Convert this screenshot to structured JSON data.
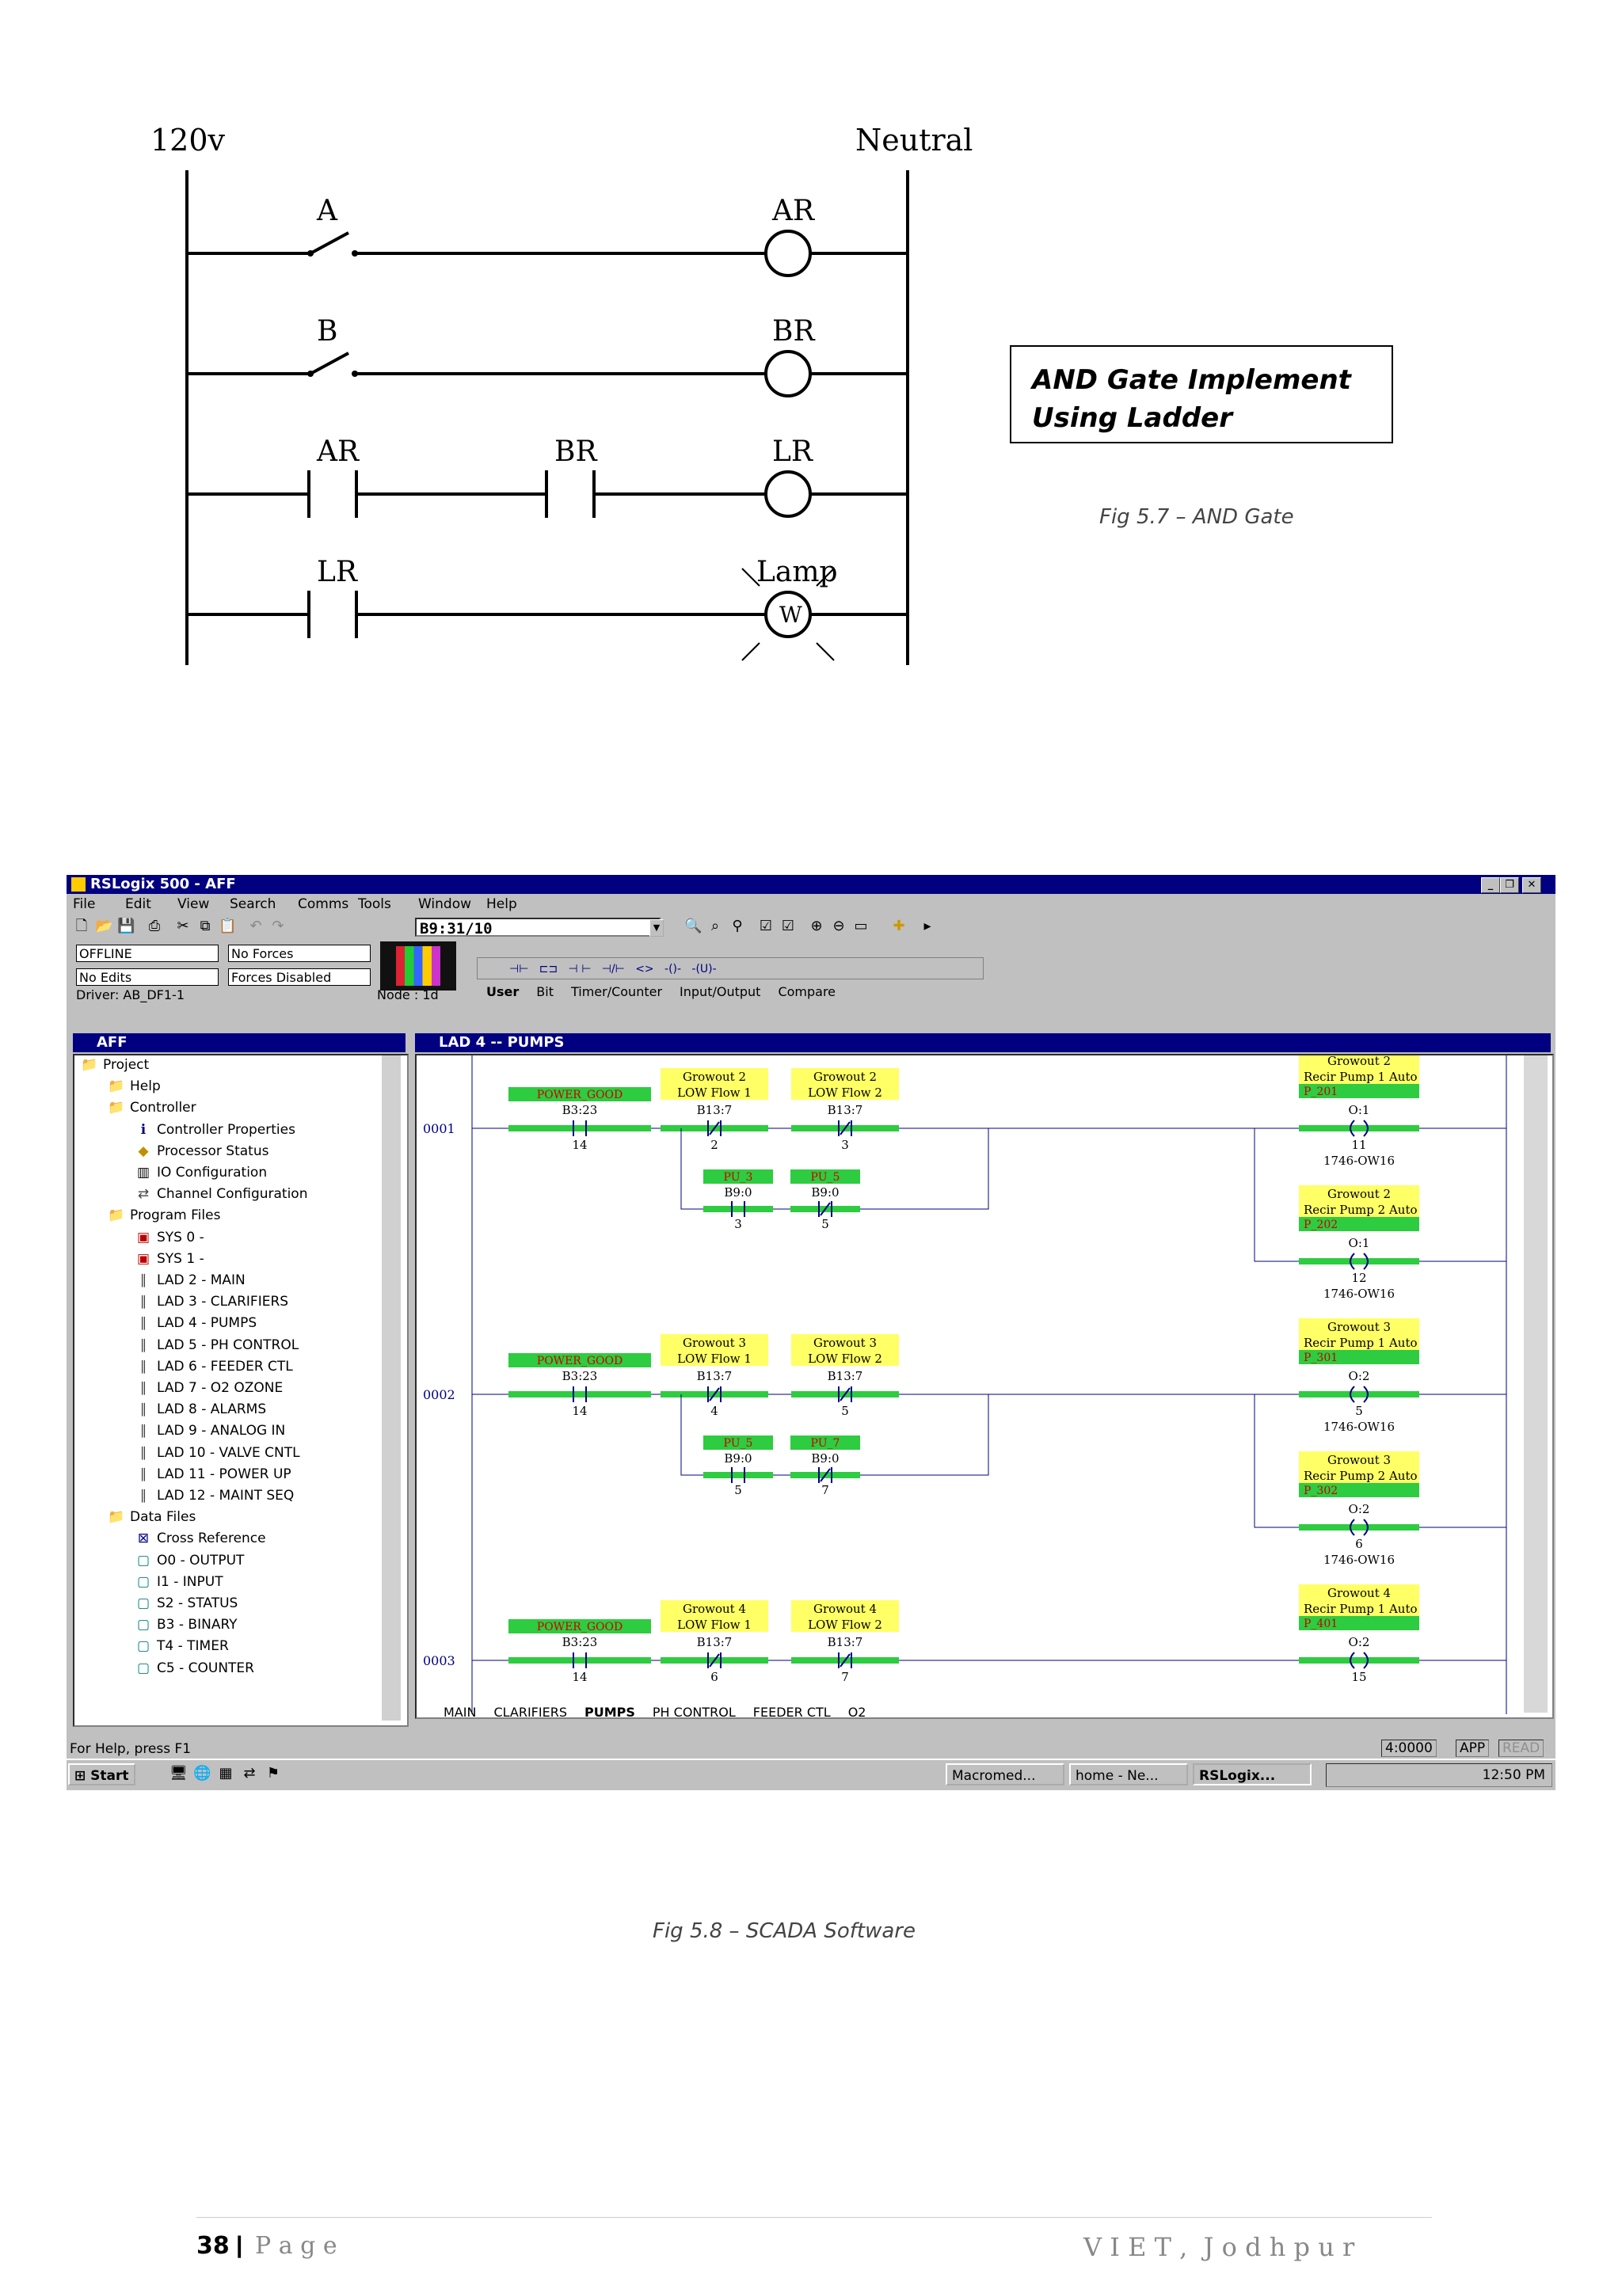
{
  "ladder": {
    "left_rail": "120v",
    "right_rail": "Neutral",
    "rungs": [
      {
        "contacts": [
          "A"
        ],
        "coil": "AR"
      },
      {
        "contacts": [
          "B"
        ],
        "coil": "BR"
      },
      {
        "contacts": [
          "AR",
          "BR"
        ],
        "coil": "LR"
      },
      {
        "contacts": [
          "LR"
        ],
        "coil": "Lamp",
        "coil_symbol": "W"
      }
    ]
  },
  "and_box": {
    "line1": "AND Gate Implement",
    "line2": "Using Ladder"
  },
  "fig57": "Fig 5.7 – AND Gate",
  "fig58": "Fig 5.8 – SCADA Software",
  "rslogix": {
    "title": "RSLogix 500 - AFF",
    "menu": [
      "File",
      "Edit",
      "View",
      "Search",
      "Comms",
      "Tools",
      "Window",
      "Help"
    ],
    "address": "B9:31/10",
    "mode": "OFFLINE",
    "forces": "No Forces",
    "edits": "No Edits",
    "forces_state": "Forces Disabled",
    "driver": "Driver: AB_DF1-1",
    "node": "Node : 1d",
    "instr_tabs": [
      "User",
      "Bit",
      "Timer/Counter",
      "Input/Output",
      "Compare"
    ],
    "project_window_title": "AFF",
    "tree": [
      {
        "label": "Project",
        "level": 0,
        "icon": "folder"
      },
      {
        "label": "Help",
        "level": 1,
        "icon": "folder"
      },
      {
        "label": "Controller",
        "level": 1,
        "icon": "folder"
      },
      {
        "label": "Controller Properties",
        "level": 2,
        "icon": "info"
      },
      {
        "label": "Processor Status",
        "level": 2,
        "icon": "status"
      },
      {
        "label": "IO Configuration",
        "level": 2,
        "icon": "io"
      },
      {
        "label": "Channel Configuration",
        "level": 2,
        "icon": "channel"
      },
      {
        "label": "Program Files",
        "level": 1,
        "icon": "folder"
      },
      {
        "label": "SYS 0 -",
        "level": 2,
        "icon": "sys"
      },
      {
        "label": "SYS 1 -",
        "level": 2,
        "icon": "sys"
      },
      {
        "label": "LAD 2 - MAIN",
        "level": 2,
        "icon": "lad"
      },
      {
        "label": "LAD 3 - CLARIFIERS",
        "level": 2,
        "icon": "lad"
      },
      {
        "label": "LAD 4 - PUMPS",
        "level": 2,
        "icon": "lad"
      },
      {
        "label": "LAD 5 - PH CONTROL",
        "level": 2,
        "icon": "lad"
      },
      {
        "label": "LAD 6 - FEEDER CTL",
        "level": 2,
        "icon": "lad"
      },
      {
        "label": "LAD 7 - O2 OZONE",
        "level": 2,
        "icon": "lad"
      },
      {
        "label": "LAD 8 - ALARMS",
        "level": 2,
        "icon": "lad"
      },
      {
        "label": "LAD 9 - ANALOG IN",
        "level": 2,
        "icon": "lad"
      },
      {
        "label": "LAD 10 - VALVE CNTL",
        "level": 2,
        "icon": "lad"
      },
      {
        "label": "LAD 11 - POWER UP",
        "level": 2,
        "icon": "lad"
      },
      {
        "label": "LAD 12 - MAINT SEQ",
        "level": 2,
        "icon": "lad"
      },
      {
        "label": "Data Files",
        "level": 1,
        "icon": "folder"
      },
      {
        "label": "Cross Reference",
        "level": 2,
        "icon": "xref"
      },
      {
        "label": "O0 - OUTPUT",
        "level": 2,
        "icon": "data"
      },
      {
        "label": "I1 - INPUT",
        "level": 2,
        "icon": "data"
      },
      {
        "label": "S2 - STATUS",
        "level": 2,
        "icon": "data"
      },
      {
        "label": "B3 - BINARY",
        "level": 2,
        "icon": "data"
      },
      {
        "label": "T4 - TIMER",
        "level": 2,
        "icon": "data"
      },
      {
        "label": "C5 - COUNTER",
        "level": 2,
        "icon": "data"
      }
    ],
    "ladder_window_title": "LAD 4 -- PUMPS",
    "rungs": [
      {
        "number": "0001",
        "power_tag": "POWER_GOOD",
        "power_addr": "B3:23",
        "power_bit": "14",
        "flow1_desc": [
          "Growout 2",
          "LOW Flow 1"
        ],
        "flow1_addr": "B13:7",
        "flow1_bit": "2",
        "flow2_desc": [
          "Growout 2",
          "LOW Flow 2"
        ],
        "flow2_addr": "B13:7",
        "flow2_bit": "3",
        "pu_a_tag": "PU_3",
        "pu_a_addr": "B9:0",
        "pu_a_bit": "3",
        "pu_b_tag": "PU_5",
        "pu_b_addr": "B9:0",
        "pu_b_bit": "5",
        "coil1_desc": [
          "Growout 2",
          "Recir Pump 1 Auto"
        ],
        "coil1_tag": "P_201",
        "coil1_addr": "O:1",
        "coil1_bit": "11",
        "coil1_card": "1746-OW16",
        "coil2_desc": [
          "Growout 2",
          "Recir Pump 2 Auto"
        ],
        "coil2_tag": "P_202",
        "coil2_addr": "O:1",
        "coil2_bit": "12",
        "coil2_card": "1746-OW16"
      },
      {
        "number": "0002",
        "power_tag": "POWER_GOOD",
        "power_addr": "B3:23",
        "power_bit": "14",
        "flow1_desc": [
          "Growout 3",
          "LOW Flow 1"
        ],
        "flow1_addr": "B13:7",
        "flow1_bit": "4",
        "flow2_desc": [
          "Growout 3",
          "LOW Flow 2"
        ],
        "flow2_addr": "B13:7",
        "flow2_bit": "5",
        "pu_a_tag": "PU_5",
        "pu_a_addr": "B9:0",
        "pu_a_bit": "5",
        "pu_b_tag": "PU_7",
        "pu_b_addr": "B9:0",
        "pu_b_bit": "7",
        "coil1_desc": [
          "Growout 3",
          "Recir Pump 1 Auto"
        ],
        "coil1_tag": "P_301",
        "coil1_addr": "O:2",
        "coil1_bit": "5",
        "coil1_card": "1746-OW16",
        "coil2_desc": [
          "Growout 3",
          "Recir Pump 2 Auto"
        ],
        "coil2_tag": "P_302",
        "coil2_addr": "O:2",
        "coil2_bit": "6",
        "coil2_card": "1746-OW16"
      },
      {
        "number": "0003",
        "power_tag": "POWER_GOOD",
        "power_addr": "B3:23",
        "power_bit": "14",
        "flow1_desc": [
          "Growout 4",
          "LOW Flow 1"
        ],
        "flow1_addr": "B13:7",
        "flow1_bit": "6",
        "flow2_desc": [
          "Growout 4",
          "LOW Flow 2"
        ],
        "flow2_addr": "B13:7",
        "flow2_bit": "7",
        "coil1_desc": [
          "Growout 4",
          "Recir Pump 1 Auto"
        ],
        "coil1_tag": "P_401",
        "coil1_addr": "O:2",
        "coil1_bit": "15"
      }
    ],
    "file_tabs": [
      "MAIN",
      "CLARIFIERS",
      "PUMPS",
      "PH CONTROL",
      "FEEDER CTL",
      "O2"
    ],
    "active_file_tab": "PUMPS",
    "status_help": "For Help, press F1",
    "status_pos": "4:0000",
    "status_app": "APP",
    "status_read": "READ",
    "start_label": "Start",
    "task_buttons": [
      "Macromed...",
      "home - Ne...",
      "RSLogix..."
    ],
    "clock": "12:50 PM"
  },
  "footer": {
    "page_num": "38",
    "page_word": "P a g e",
    "institute": "V I E T ,  J o d h p u r"
  }
}
